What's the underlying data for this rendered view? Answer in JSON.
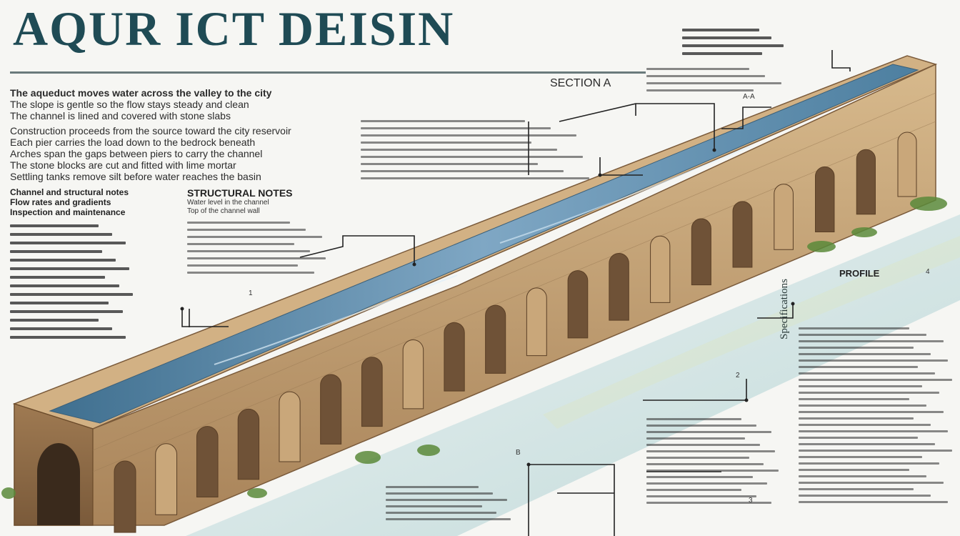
{
  "title": "AQUR ICT DEISIN",
  "left_column": {
    "lead_lines": [
      "The aqueduct moves water across the valley to the city",
      "The slope is gentle so the flow stays steady and clean",
      "The channel is lined and covered with stone slabs"
    ],
    "paragraph_lines": [
      "Construction proceeds from the source toward the city reservoir",
      "Each pier carries the load down to the bedrock beneath",
      "Arches span the gaps between piers to carry the channel",
      "The stone blocks are cut and fitted with lime mortar",
      "Settling tanks remove silt before water reaches the basin"
    ],
    "heading_lines": [
      "Channel and structural notes",
      "Flow rates and gradients",
      "Inspection and maintenance"
    ]
  },
  "center_block": {
    "tag": "SECTION A",
    "heading": "STRUCTURAL NOTES",
    "subheading_lines": [
      "Water level in the channel",
      "Top of the channel wall"
    ]
  },
  "right_block": {
    "side_label": "Specifications",
    "section_label": "PROFILE",
    "top_tag": "A-A",
    "mid_tag": "B"
  },
  "callouts": {
    "a": "1",
    "b": "2",
    "c": "3",
    "d": "4"
  },
  "colors": {
    "title": "#1f4b55",
    "stone": "#c8a57a",
    "stone_dark": "#8a6a46",
    "water": "#5b86a6",
    "foliage": "#5b8a3a"
  }
}
